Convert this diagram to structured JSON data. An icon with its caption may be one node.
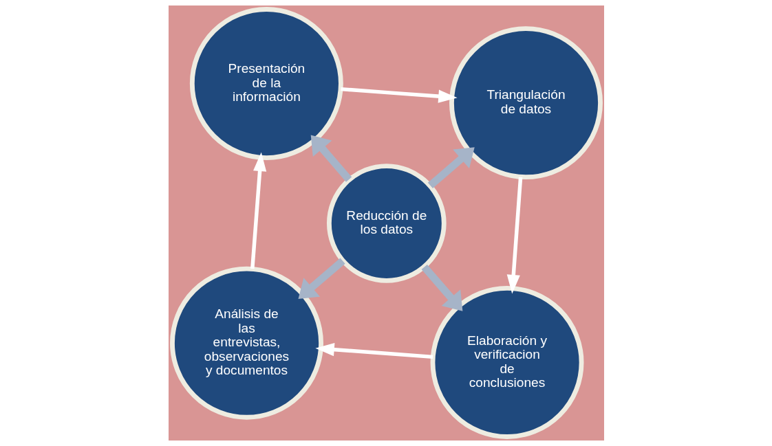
{
  "diagram": {
    "nodes": [
      {
        "text": [
          "Análisis de las entrevistas, observaciones y documentos"
        ]
      },
      {
        "text": [
          "Elaboración y verificacion de conclusiones"
        ]
      },
      {
        "text": [
          "Reducción de los datos"
        ]
      },
      {
        "text": [
          "Presentación de la información"
        ]
      },
      {
        "text": [
          "Triangulación de datos"
        ]
      }
    ],
    "edges": [
      {
        "from": 2,
        "to": 0,
        "arrow": "to",
        "style": "thick",
        "color": "#a6b4c8"
      },
      {
        "from": 2,
        "to": 3,
        "arrow": "to",
        "style": "thick",
        "color": "#a6b4c8"
      },
      {
        "from": 2,
        "to": 4,
        "arrow": "to",
        "style": "thick",
        "color": "#a6b4c8"
      },
      {
        "from": 2,
        "to": 1,
        "arrow": "to",
        "style": "thick",
        "color": "#a6b4c8"
      },
      {
        "from": 0,
        "to": 3,
        "arrow": "to"
      },
      {
        "from": 3,
        "to": 4,
        "arrow": "to"
      },
      {
        "from": 4,
        "to": 1,
        "arrow": "to"
      },
      {
        "from": 1,
        "to": 0,
        "arrow": "to"
      }
    ]
  }
}
